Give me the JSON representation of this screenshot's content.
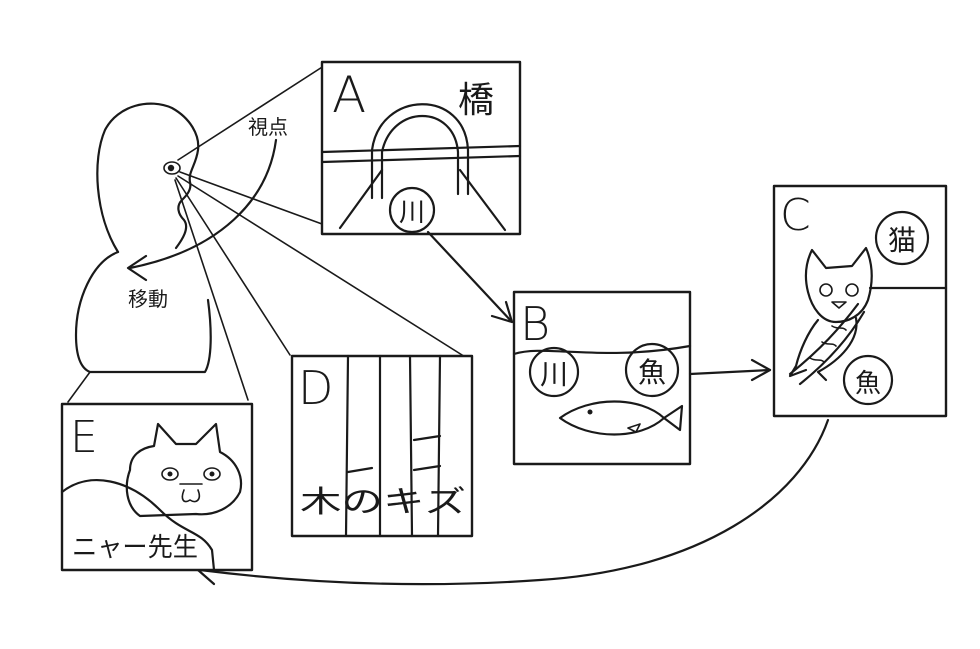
{
  "labels": {
    "viewpoint": "視点",
    "movement": "移動"
  },
  "panels": {
    "a": {
      "letter": "A",
      "title": "橋",
      "circle": "川"
    },
    "b": {
      "letter": "B",
      "circle_left": "川",
      "circle_right": "魚"
    },
    "c": {
      "letter": "C",
      "circle_top": "猫",
      "circle_bottom": "魚"
    },
    "d": {
      "letter": "D",
      "caption": "木のキズ"
    },
    "e": {
      "letter": "E",
      "caption": "ニャー先生"
    }
  },
  "colors": {
    "ink": "#1a1a1a",
    "paper": "#ffffff"
  }
}
